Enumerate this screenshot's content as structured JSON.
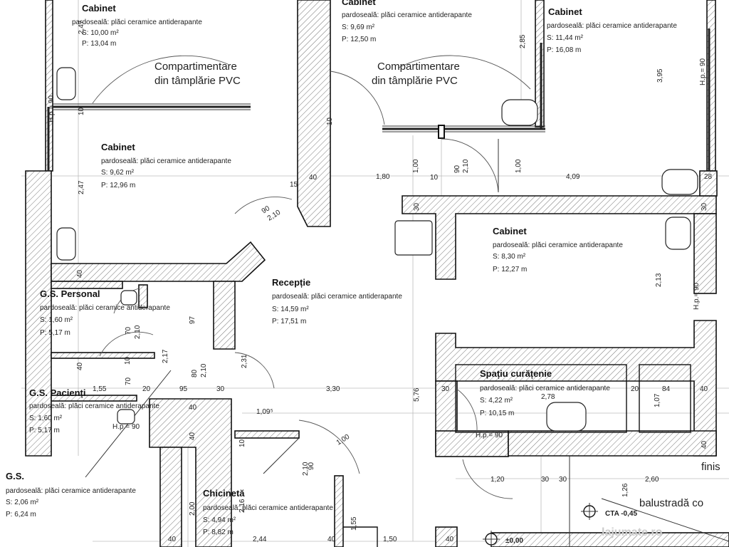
{
  "rooms": [
    {
      "id": "cabinet-1",
      "name": "Cabinet",
      "floor": "pardoseală: plăci ceramice antiderapante",
      "area": "S: 10,00 m²",
      "perimeter": "P: 13,04 m"
    },
    {
      "id": "cabinet-2",
      "name": "Cabinet",
      "floor": "pardoseală: plăci ceramice antiderapante",
      "area": "S: 9,62 m²",
      "perimeter": "P: 12,96 m"
    },
    {
      "id": "cabinet-3",
      "name": "Cabinet",
      "floor": "pardoseală: plăci ceramice antiderapante",
      "area": "S: 9,69 m²",
      "perimeter": "P: 12,50 m"
    },
    {
      "id": "cabinet-4",
      "name": "Cabinet",
      "floor": "pardoseală: plăci ceramice antiderapante",
      "area": "S: 11,44 m²",
      "perimeter": "P: 16,08 m"
    },
    {
      "id": "cabinet-5",
      "name": "Cabinet",
      "floor": "pardoseală: plăci ceramice antiderapante",
      "area": "S: 8,30 m²",
      "perimeter": "P: 12,27 m"
    },
    {
      "id": "receptie",
      "name": "Recepție",
      "floor": "pardoseală: plăci ceramice antiderapante",
      "area": "S: 14,59 m²",
      "perimeter": "P: 17,51 m"
    },
    {
      "id": "gs-personal",
      "name": "G.S. Personal",
      "floor": "pardoseală: plăci ceramice antiderapante",
      "area": "S: 1,60 m²",
      "perimeter": "P: 5,17 m"
    },
    {
      "id": "gs-pacienti",
      "name": "G.S. Pacienți",
      "floor": "pardoseală: plăci ceramice antiderapante",
      "area": "S: 1,60 m²",
      "perimeter": "P: 5,17 m"
    },
    {
      "id": "gs",
      "name": "G.S.",
      "floor": "pardoseală: plăci ceramice antiderapante",
      "area": "S: 2,06 m²",
      "perimeter": "P: 6,24 m"
    },
    {
      "id": "chicineta",
      "name": "Chicinetă",
      "floor": "pardoseală: plăci ceramice antiderapante",
      "area": "S: 4,94 m²",
      "perimeter": "P: 8,82 m"
    },
    {
      "id": "spatiu-curatenie",
      "name": "Spațiu curățenie",
      "floor": "pardoseală: plăci ceramice antiderapante",
      "area": "S: 4,22 m²",
      "perimeter": "P: 10,15 m"
    }
  ],
  "annotations": {
    "partition_left_1": "Compartimentare",
    "partition_left_2": "din tâmplărie PVC",
    "partition_right_1": "Compartimentare",
    "partition_right_2": "din tâmplărie PVC",
    "balustrade": "balustradă co",
    "finish": "finis",
    "cta": "CTA -0,45",
    "zero": "±0,00",
    "watermark": "lajumate.ro"
  },
  "dimensions": {
    "d_247a": "2,47",
    "d_247b": "2,47",
    "d_285": "2,85",
    "d_395": "3,95",
    "d_hp90a": "H.p.= 90",
    "d_hp90b": "H.p.= 90",
    "d_hp90c": "H.p.= 90",
    "d_hp90d": "H.p.= 90",
    "d_hp90e": "H.p.= 90",
    "d_10a": "10",
    "d_10b": "10",
    "d_10c": "10",
    "d_10d": "10",
    "d_10e": "10",
    "d_40a": "40",
    "d_40b": "40",
    "d_40c": "40",
    "d_40d": "40",
    "d_40e": "40",
    "d_40f": "40",
    "d_40g": "40",
    "d_40h": "40",
    "d_40i": "40",
    "d_40j": "40",
    "d_15": "15",
    "d_180": "1,80",
    "d_100a": "1,00",
    "d_100b": "1,00",
    "d_100c": "1,00",
    "d_90a": "90",
    "d_90b": "90",
    "d_90c": "90",
    "d_210a": "2,10",
    "d_210b": "2,10",
    "d_210c": "2,10",
    "d_210d": "2,10",
    "d_210e": "2,10",
    "d_409": "4,09",
    "d_28": "28",
    "d_30a": "30",
    "d_30b": "30",
    "d_30c": "30",
    "d_30d": "30",
    "d_30e": "30",
    "d_30f": "30",
    "d_213": "2,13",
    "d_97": "97",
    "d_70a": "70",
    "d_70b": "70",
    "d_217": "2,17",
    "d_80": "80",
    "d_231": "2,31",
    "d_155a": "1,55",
    "d_95": "95",
    "d_330": "3,30",
    "d_576": "5,76",
    "d_278": "2,78",
    "d_84": "84",
    "d_107": "1,07",
    "d_109": "1,09⁵",
    "d_120": "1,20",
    "d_260": "2,60",
    "d_126": "1,26",
    "d_200": "2,00",
    "d_216": "2,16",
    "d_244": "2,44",
    "d_150": "1,50",
    "d_155b": "1,55",
    "d_20a": "20",
    "d_20b": "20"
  }
}
